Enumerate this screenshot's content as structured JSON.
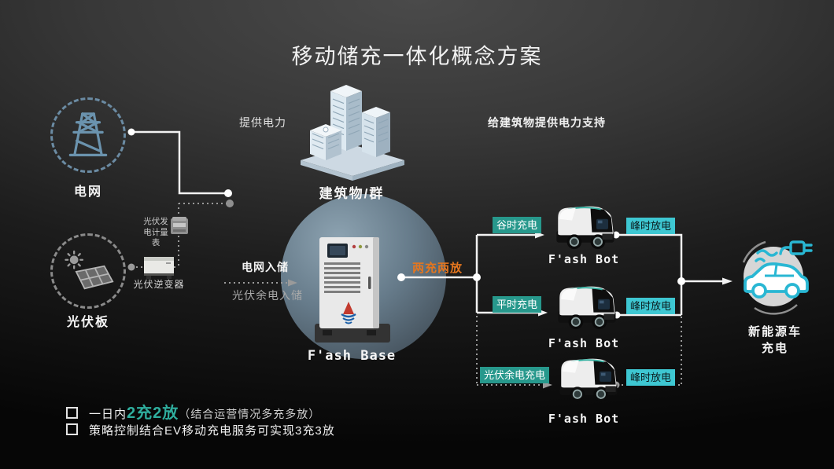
{
  "title": "移动储充一体化概念方案",
  "grid": {
    "label": "电网"
  },
  "solar": {
    "label": "光伏板"
  },
  "building": {
    "label": "建筑物/群",
    "power_note": "提供电力",
    "support_note": "给建筑物提供电力支持"
  },
  "meter": {
    "label": "光伏发电计量表"
  },
  "inverter": {
    "label": "光伏逆变器"
  },
  "base": {
    "name": "F'ash Base",
    "input_grid": "电网入储",
    "input_pv": "光伏余电入储",
    "output": "两充两放"
  },
  "bots": [
    {
      "charge": "谷时充电",
      "discharge": "峰时放电",
      "name": "F'ash Bot"
    },
    {
      "charge": "平时充电",
      "discharge": "峰时放电",
      "name": "F'ash Bot"
    },
    {
      "charge": "光伏余电充电",
      "discharge": "峰时放电",
      "name": "F'ash Bot"
    }
  ],
  "car": {
    "label": "新能源车充电"
  },
  "notes": {
    "item1_prefix": "一日内",
    "item1_highlight": "2充2放",
    "item1_suffix": "（结合运营情况多充多放）",
    "item2": "策略控制结合EV移动充电服务可实现3充3放"
  },
  "colors": {
    "charge_tag_bg": "#27988c",
    "discharge_tag_bg": "#3ec7d2",
    "output_text": "#e5761e",
    "highlight_text": "#2fae9e",
    "grid_icon_blue": "#6b93ae",
    "solar_icon_gray": "#9b9b9b",
    "car_icon_cyan": "#29b7d3"
  },
  "icons": [
    "transmission-tower-icon",
    "solar-panel-icon",
    "buildings-icon",
    "meter-icon",
    "inverter-icon",
    "storage-cabinet-icon",
    "robot-bot-icon",
    "ev-car-charging-icon"
  ]
}
